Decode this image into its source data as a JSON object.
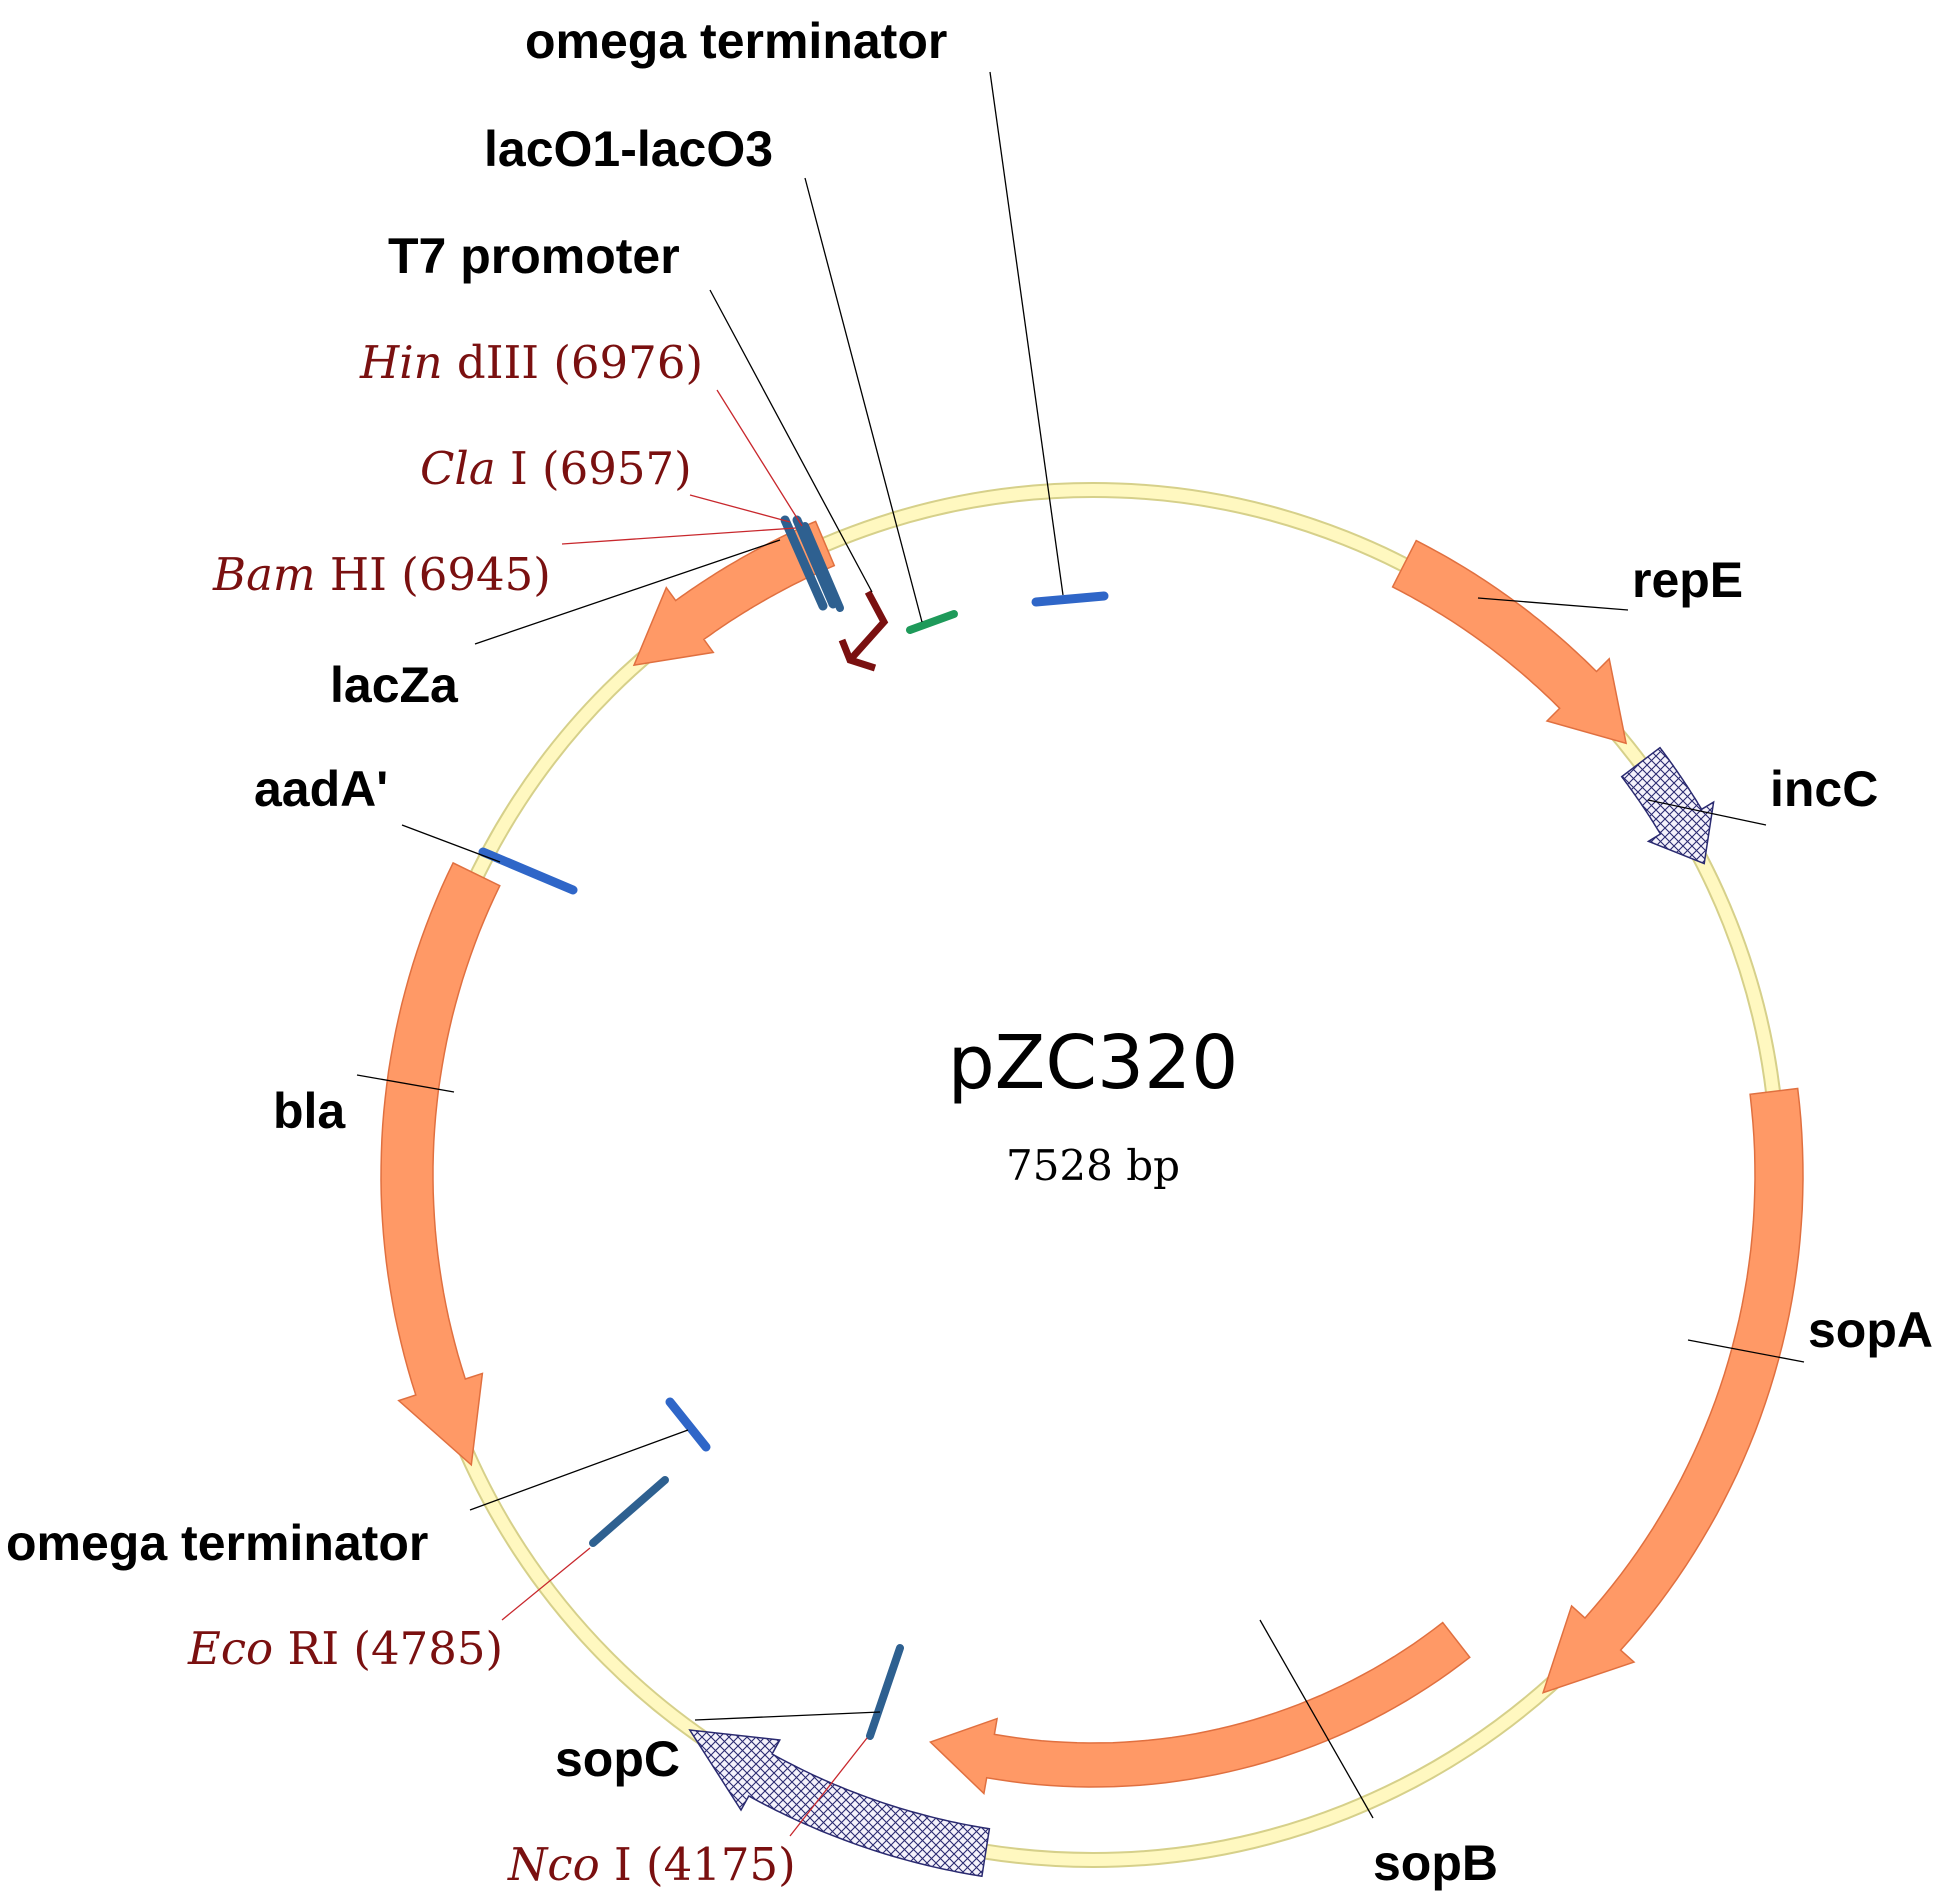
{
  "plasmid": {
    "name": "pZC320",
    "size": "7528 bp"
  },
  "features": {
    "omega_top": "omega terminator",
    "laco": "lacO1-lacO3",
    "t7": "T7 promoter",
    "lacza": "lacZa",
    "aada": "aadA'",
    "bla": "bla",
    "repe": "repE",
    "incc": "incC",
    "sopa": "sopA",
    "sopb": "sopB",
    "sopc": "sopC",
    "omega_bottom": "omega terminator"
  },
  "sites": {
    "hindiii": {
      "enzyme": "Hin",
      "suffix": " dIII (6976)"
    },
    "clai": {
      "enzyme": "Cla",
      "suffix": " I (6957)"
    },
    "bamhi": {
      "enzyme": "Bam",
      "suffix": " HI (6945)"
    },
    "ecori": {
      "enzyme": "Eco",
      "suffix": " RI (4785)"
    },
    "ncoi": {
      "enzyme": "Nco",
      "suffix": " I (4175)"
    }
  },
  "colors": {
    "backbone": "#fff8c0",
    "backbone_edge": "#d6d08a",
    "gene": "#ff9966",
    "gene_edge": "#e07040",
    "hatched": "#2a2a70",
    "marker_blue": "#2f66c8",
    "marker_steel": "#2e6090",
    "marker_green": "#1e9a5a",
    "promoter_arrow": "#7a1010",
    "site_text": "#7a1010"
  }
}
